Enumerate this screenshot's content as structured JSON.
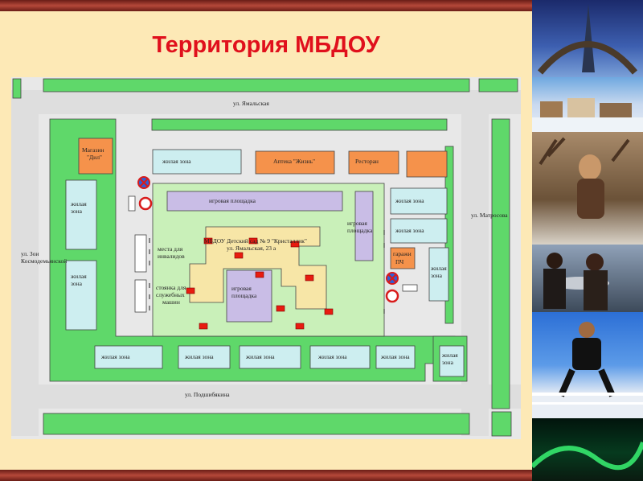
{
  "slide": {
    "title": "Территория МБДОУ"
  },
  "map": {
    "streets": {
      "yamalskaya": "ул. Ямальская",
      "matrosova": "ул. Матросова",
      "podshibyakina": "ул. Подшибякина",
      "zoya_line1": "ул. Зои",
      "zoya_line2": "Космодемьянской"
    },
    "buildings": {
      "magazin_line1": "Магазин",
      "magazin_line2": "\"Дил\"",
      "apteka": "Аптека \"Жизнь\"",
      "restoran": "Ресторан",
      "garazhi_line1": "гаражи",
      "garazhi_line2": "ПЧ"
    },
    "zones": {
      "residential": "жилая зона",
      "zhilaya": "жилая",
      "zona": "зона",
      "playground_line1": "игровая",
      "playground_line2": "площадка",
      "playground_long": "игровая площадка",
      "disabled_line1": "места для",
      "disabled_line2": "инвалидов",
      "service_line1": "стоянка для",
      "service_line2": "служебных",
      "service_line3": "машин"
    },
    "school": {
      "line1": "МБДОУ Детский сад № 9 \"Кристаллик\"",
      "line2": "ул. Ямальская, 23 а"
    }
  },
  "colors": {
    "green": "#5fd86a",
    "road": "#dedede",
    "orange": "#f5924b",
    "purple": "#c9bde6",
    "teal": "#cdeef0",
    "title": "#e0101c"
  }
}
